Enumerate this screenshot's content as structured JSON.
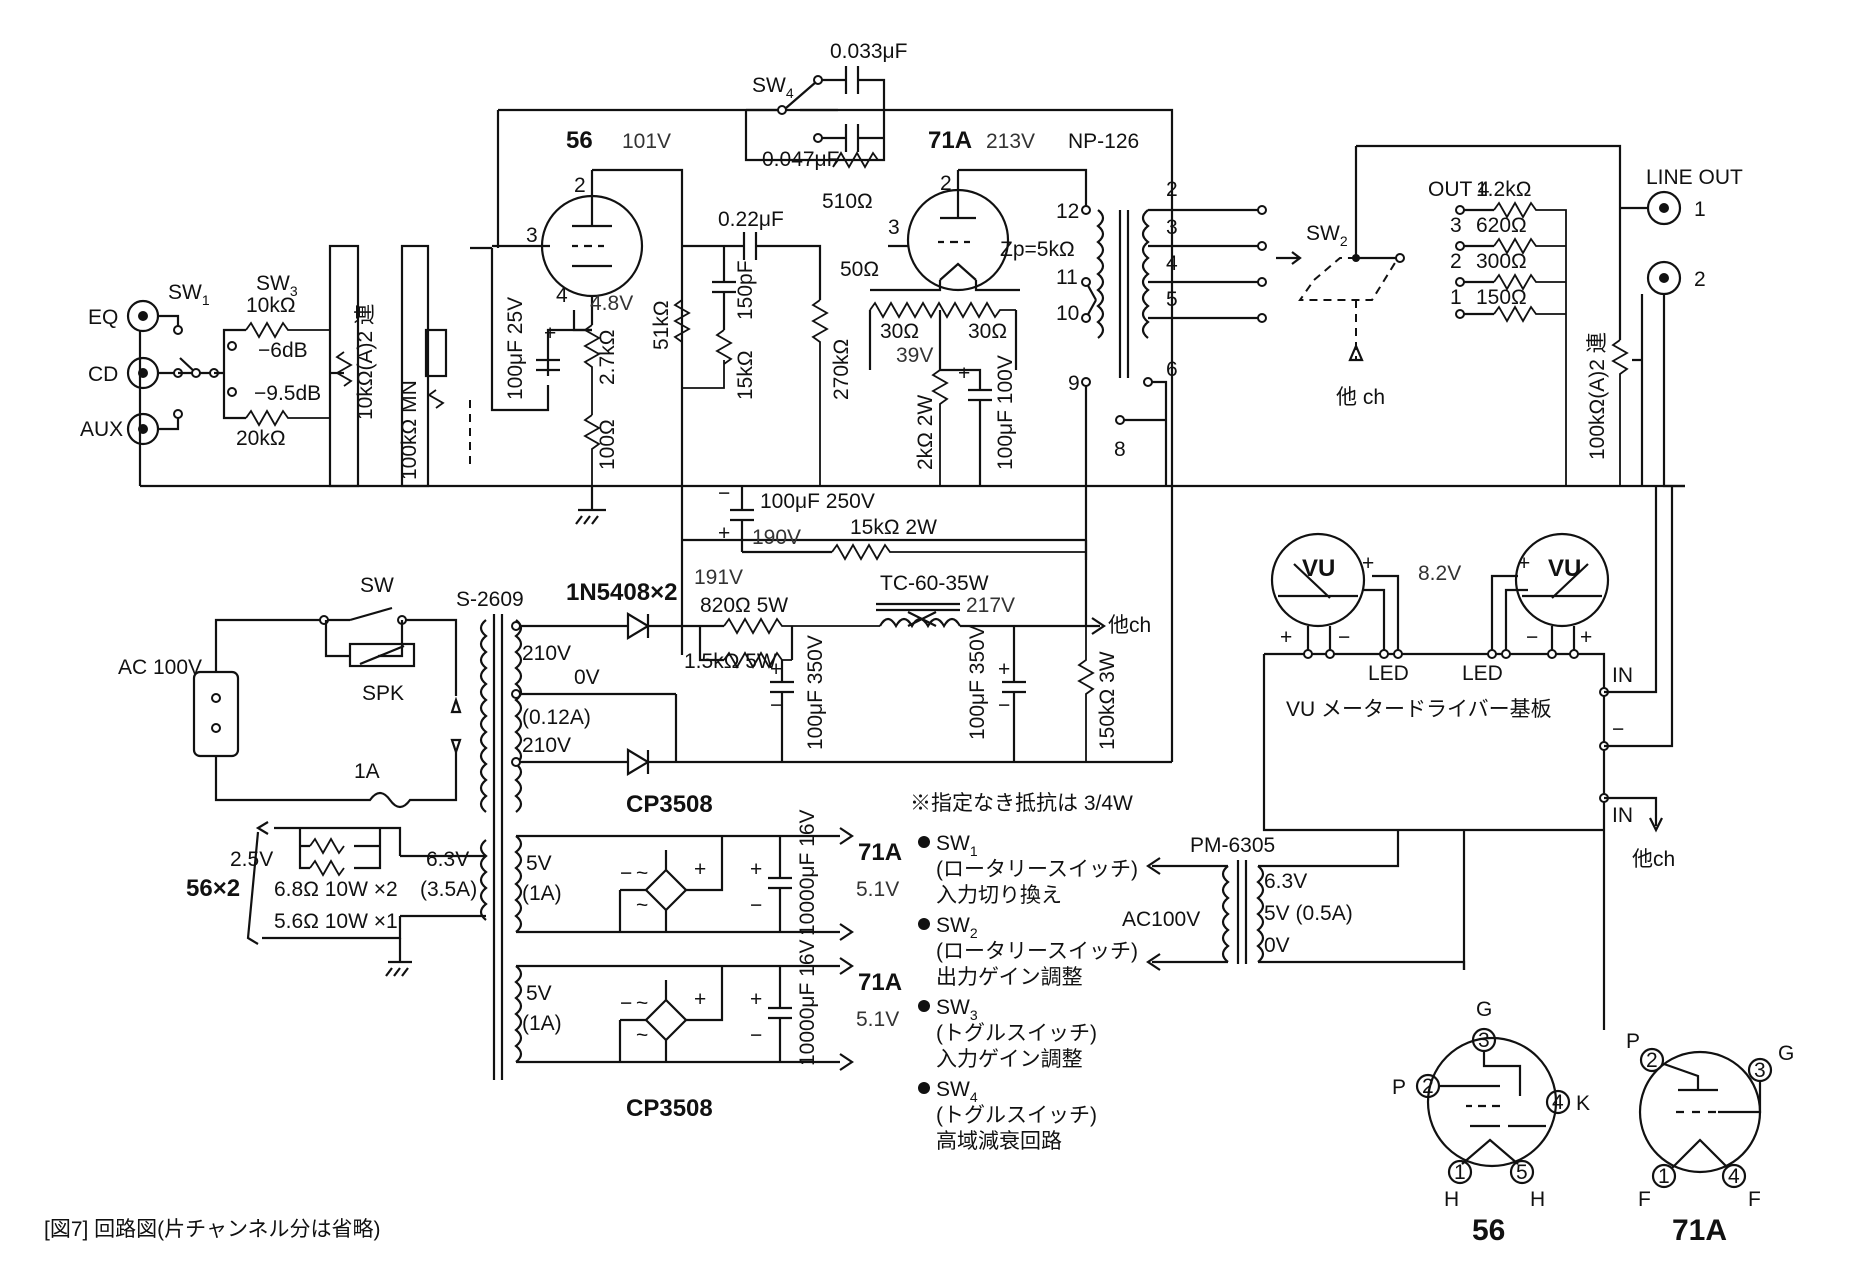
{
  "caption": "[図7] 回路図(片チャンネル分は省略)",
  "note": "※指定なき抵抗は 3/4W",
  "inputs": [
    "EQ",
    "CD",
    "AUX"
  ],
  "switches": {
    "sw1": "SW",
    "sw2": "SW",
    "sw3": "SW",
    "sw4": "SW",
    "sub1": "1",
    "sub2": "2",
    "sub3": "3",
    "sub4": "4",
    "power_sw": "SW"
  },
  "tubes": {
    "t56": "56",
    "t71a": "71A"
  },
  "voltages": {
    "v101": "101V",
    "v213": "213V",
    "v4_8": "4.8V",
    "v39": "39V",
    "v190": "190V",
    "v191": "191V",
    "v217": "217V",
    "v8_2": "8.2V",
    "v5_1a": "5.1V",
    "v5_1b": "5.1V",
    "v2_5": "2.5V"
  },
  "components": {
    "c033": "0.033μF",
    "c047": "0.047μF",
    "r510": "510Ω",
    "c022": "0.22μF",
    "c150p": "150pF",
    "r51k": "51kΩ",
    "r15k": "15kΩ",
    "r270k": "270kΩ",
    "r27k": "2.7kΩ",
    "r100": "100Ω",
    "c100_25": "100μF 25V",
    "r10k_sw": "10kΩ",
    "db6": "−6dB",
    "db95": "−9.5dB",
    "r20k": "20kΩ",
    "pot10k": "10kΩ(A)2 連",
    "pot100kmn": "100kΩ MN",
    "r50": "50Ω",
    "zp": "Zp=5kΩ",
    "r30a": "30Ω",
    "r30b": "30Ω",
    "r2k": "2kΩ 2W",
    "c100_100": "100μF 100V",
    "np126": "NP-126",
    "c100_250": "100μF 250V",
    "r15k2w": "15kΩ 2W",
    "tc60": "TC-60-35W",
    "r820": "820Ω 5W",
    "r15k5w": "1.5kΩ 5W",
    "c100_350a": "100μF 350V",
    "c100_350b": "100μF 350V",
    "r150k": "150kΩ 3W",
    "diode": "1N5408×2",
    "s2609": "S-2609",
    "spk": "SPK",
    "ac100": "AC 100V",
    "fuse": "1A",
    "v210a": "210V",
    "v0": "0V",
    "i012": "(0.12A)",
    "v210b": "210V",
    "v63": "6.3V",
    "i35": "(3.5A)",
    "r68": "6.8Ω 10W ×2",
    "r56": "5.6Ω 10W ×1",
    "t56x2": "56×2",
    "v5a": "5V",
    "i1a_a": "(1A)",
    "v5b": "5V",
    "i1a_b": "(1A)",
    "cp3508a": "CP3508",
    "cp3508b": "CP3508",
    "c10000a": "10000μF 16V",
    "c10000b": "10000μF 16V",
    "t71a_a": "71A",
    "t71a_b": "71A",
    "pot100k": "100kΩ(A)2 連",
    "out4": "OUT 4",
    "r12k": "1.2kΩ",
    "r620": "620Ω",
    "r300": "300Ω",
    "r150": "150Ω",
    "line_out": "LINE OUT",
    "vu": "VU",
    "led": "LED",
    "vu_board": "VU メータードライバー基板",
    "in": "IN",
    "pm6305": "PM-6305",
    "ac100v": "AC100V",
    "pm63": "6.3V",
    "pm5": "5V (0.5A)",
    "pm0": "0V",
    "other_ch": "他 ch",
    "other_ch2": "他ch",
    "other_ch3": "他ch"
  },
  "legend": [
    {
      "sw": "SW",
      "sub": "1",
      "kind": "(ロータリースイッチ)",
      "desc": "入力切り換え"
    },
    {
      "sw": "SW",
      "sub": "2",
      "kind": "(ロータリースイッチ)",
      "desc": "出力ゲイン調整"
    },
    {
      "sw": "SW",
      "sub": "3",
      "kind": "(トグルスイッチ)",
      "desc": "入力ゲイン調整"
    },
    {
      "sw": "SW",
      "sub": "4",
      "kind": "(トグルスイッチ)",
      "desc": "高域減衰回路"
    }
  ],
  "pinouts": {
    "p56": {
      "title": "56",
      "g": "G",
      "p": "P",
      "k": "K",
      "h1": "H",
      "h2": "H",
      "pins": [
        "1",
        "2",
        "3",
        "4",
        "5"
      ]
    },
    "p71a": {
      "title": "71A",
      "p": "P",
      "g": "G",
      "f1": "F",
      "f2": "F",
      "pins": [
        "1",
        "2",
        "3",
        "4"
      ]
    }
  }
}
